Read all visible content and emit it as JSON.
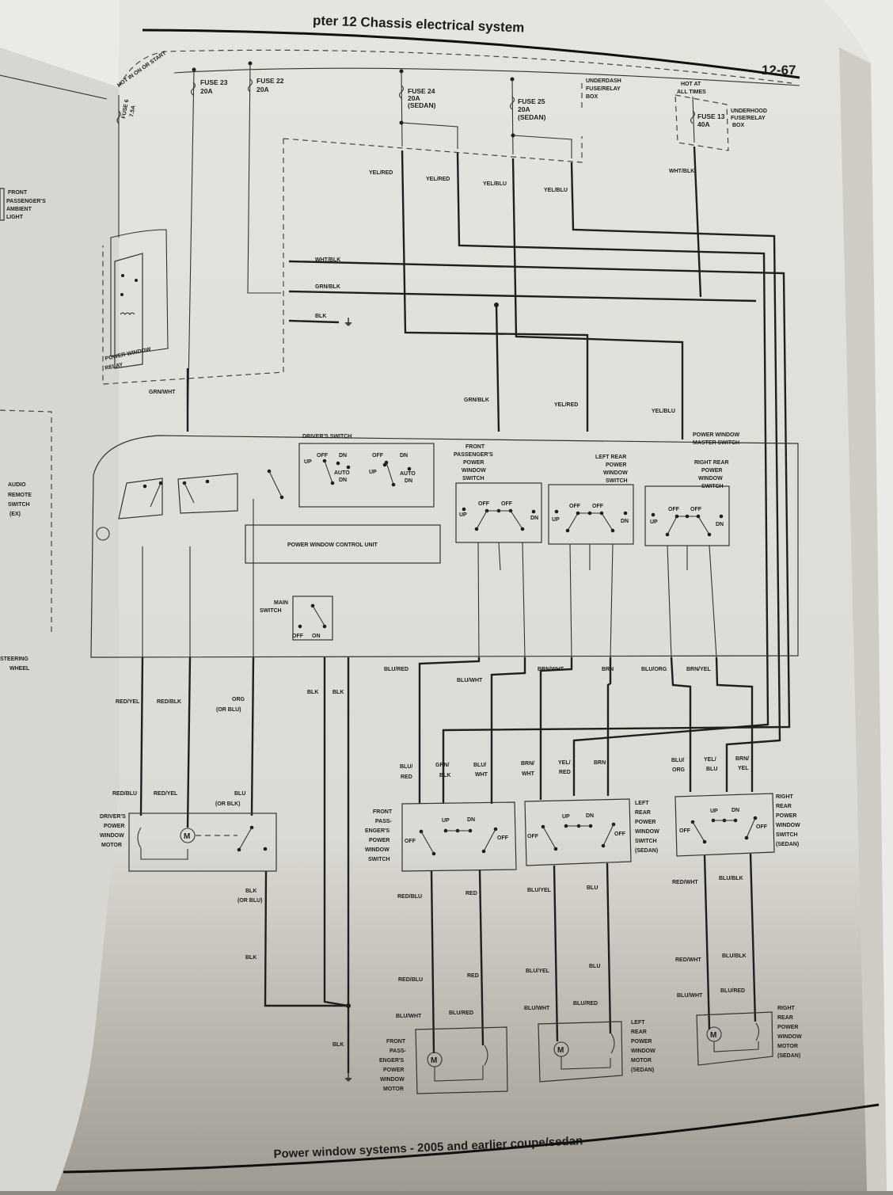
{
  "header": {
    "chapter_title": "pter 12  Chassis electrical system",
    "page_number": "12-67"
  },
  "power_source": {
    "hot_in_on_or_start": "HOT IN ON OR START",
    "hot_at_all_times": [
      "HOT AT",
      "ALL TIMES"
    ]
  },
  "fuses": [
    {
      "name": "FUSE 6",
      "rating": "7.5A"
    },
    {
      "name": "FUSE 23",
      "rating": "20A"
    },
    {
      "name": "FUSE 22",
      "rating": "20A"
    },
    {
      "name": "FUSE 24",
      "rating": "20A",
      "note": "(SEDAN)"
    },
    {
      "name": "FUSE 25",
      "rating": "20A",
      "note": "(SEDAN)"
    },
    {
      "name": "FUSE 13",
      "rating": "40A"
    }
  ],
  "boxes": {
    "underdash": [
      "UNDERDASH",
      "FUSE/RELAY",
      "BOX"
    ],
    "underhood": [
      "UNDERHOOD",
      "FUSE/RELAY",
      "BOX"
    ],
    "relay": [
      "POWER WINDOW",
      "RELAY"
    ]
  },
  "left_page": {
    "ambient_light": [
      "FRONT",
      "PASSENGER'S",
      "AMBIENT",
      "LIGHT"
    ],
    "audio_remote": [
      "AUDIO",
      "REMOTE",
      "SWITCH",
      "(EX)"
    ],
    "steering": [
      "STEERING",
      "WHEEL"
    ]
  },
  "master_switch": {
    "title": [
      "POWER WINDOW",
      "MASTER SWITCH"
    ],
    "drivers_switch": "DRIVER'S SWITCH",
    "control_unit": "POWER WINDOW CONTROL UNIT",
    "main_switch": [
      "MAIN",
      "SWITCH"
    ],
    "main_off": "OFF",
    "main_on": "ON",
    "front_passenger": [
      "FRONT",
      "PASSENGER'S",
      "POWER",
      "WINDOW",
      "SWITCH"
    ],
    "left_rear": [
      "LEFT REAR",
      "POWER",
      "WINDOW",
      "SWITCH"
    ],
    "right_rear": [
      "RIGHT REAR",
      "POWER",
      "WINDOW",
      "SWITCH"
    ]
  },
  "positions": {
    "up": "UP",
    "off": "OFF",
    "dn": "DN",
    "auto": "AUTO"
  },
  "wire_labels": [
    "YEL/RED",
    "YEL/RED",
    "YEL/BLU",
    "YEL/BLU",
    "WHT/BLK",
    "WHT/BLK",
    "GRN/BLK",
    "BLK",
    "GRN/WHT",
    "GRN/BLK",
    "YEL/RED",
    "YEL/BLU",
    "BLU/RED",
    "BLU/WHT",
    "BRN/WHT",
    "BRN",
    "BLU/ORG",
    "BRN/YEL",
    "RED/YEL",
    "RED/BLK",
    "ORG",
    "(OR BLU)",
    "BLK",
    "BLK",
    "RED/BLU",
    "RED/YEL",
    "BLU",
    "(OR BLK)",
    "BLK",
    "(OR BLU)",
    "BLK",
    "BLK",
    "BLU/",
    "RED",
    "GRN/",
    "BLK",
    "BLU/",
    "WHT",
    "BRN/",
    "WHT",
    "YEL/",
    "RED",
    "BRN",
    "BLU/",
    "ORG",
    "YEL/",
    "BLU",
    "BRN/",
    "YEL",
    "RED/BLU",
    "RED",
    "BLU/YEL",
    "BLU",
    "RED/WHT",
    "BLU/BLK",
    "RED/BLU",
    "RED",
    "BLU/YEL",
    "BLU",
    "RED/WHT",
    "BLU/BLK",
    "BLU/WHT",
    "BLU/RED",
    "BLU/WHT",
    "BLU/RED",
    "BLU/WHT",
    "BLU/RED"
  ],
  "components": {
    "driver_motor": [
      "DRIVER'S",
      "POWER",
      "WINDOW",
      "MOTOR"
    ],
    "fp_switch": [
      "FRONT",
      "PASS-",
      "ENGER'S",
      "POWER",
      "WINDOW",
      "SWITCH"
    ],
    "lr_switch": [
      "LEFT",
      "REAR",
      "POWER",
      "WINDOW",
      "SWITCH",
      "(SEDAN)"
    ],
    "rr_switch": [
      "RIGHT",
      "REAR",
      "POWER",
      "WINDOW",
      "SWITCH",
      "(SEDAN)"
    ],
    "fp_motor": [
      "FRONT",
      "PASS-",
      "ENGER'S",
      "POWER",
      "WINDOW",
      "MOTOR"
    ],
    "lr_motor": [
      "LEFT",
      "REAR",
      "POWER",
      "WINDOW",
      "MOTOR",
      "(SEDAN)"
    ],
    "rr_motor": [
      "RIGHT",
      "REAR",
      "POWER",
      "WINDOW",
      "MOTOR",
      "(SEDAN)"
    ],
    "motor_symbol": "M"
  },
  "footer": {
    "caption": "Power window systems - 2005 and earlier coupe/sedan"
  }
}
